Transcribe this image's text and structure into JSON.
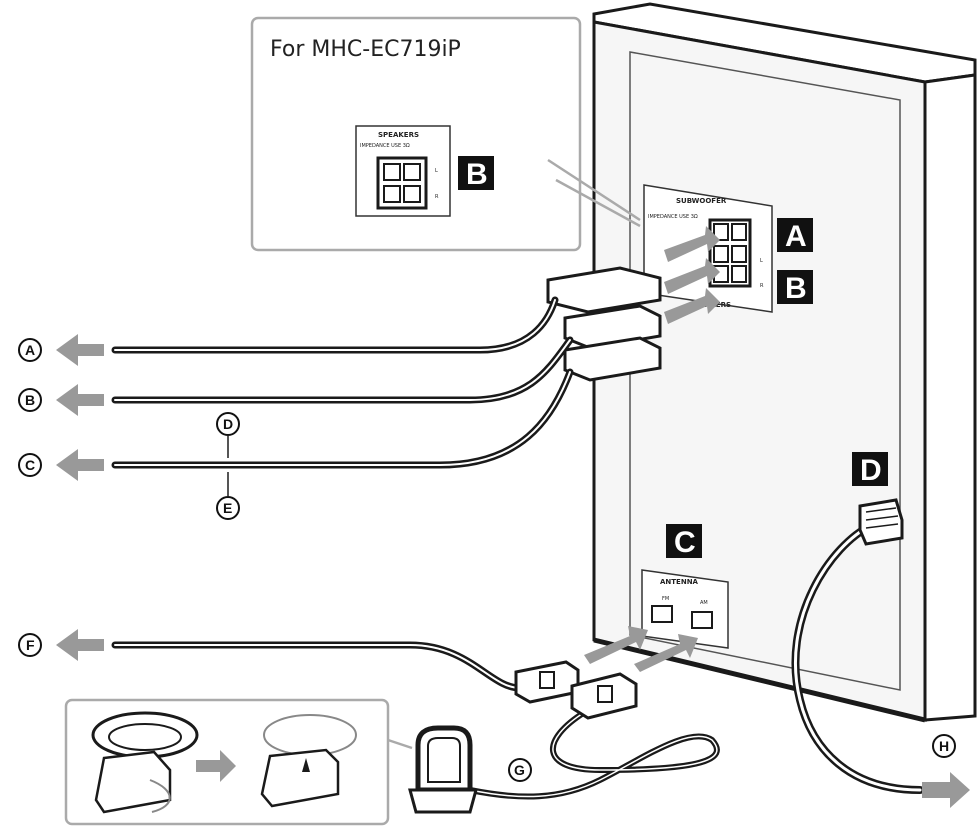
{
  "inset": {
    "title": "For MHC-EC719iP"
  },
  "labels": {
    "box": [
      "A",
      "B",
      "B",
      "C",
      "D"
    ],
    "circled": [
      "A",
      "B",
      "C",
      "D",
      "E",
      "F",
      "G",
      "H"
    ]
  },
  "panel_text": {
    "subwoofer": "SUBWOOFER",
    "speakers": "SPEAKERS",
    "impedance": "IMPEDANCE USE 3Ω",
    "inset_impedance": "IMPEDANCE USE 3Ω",
    "antenna": "ANTENNA",
    "fm": "FM",
    "am": "AM",
    "left": "L",
    "right": "R"
  },
  "colors": {
    "line": "#1a1a1a",
    "arrow": "#999999",
    "panel": "#f4f4f4"
  }
}
